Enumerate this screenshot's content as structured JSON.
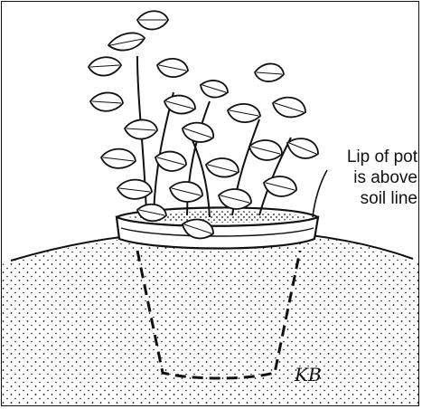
{
  "illustration": {
    "subject": "potted-mint-plant-sunk-in-ground",
    "callout": {
      "line1": "Lip of pot",
      "line2": "is above",
      "line3": "soil line"
    },
    "signature": "KB"
  },
  "colors": {
    "ink": "#111111",
    "paper": "#ffffff"
  }
}
